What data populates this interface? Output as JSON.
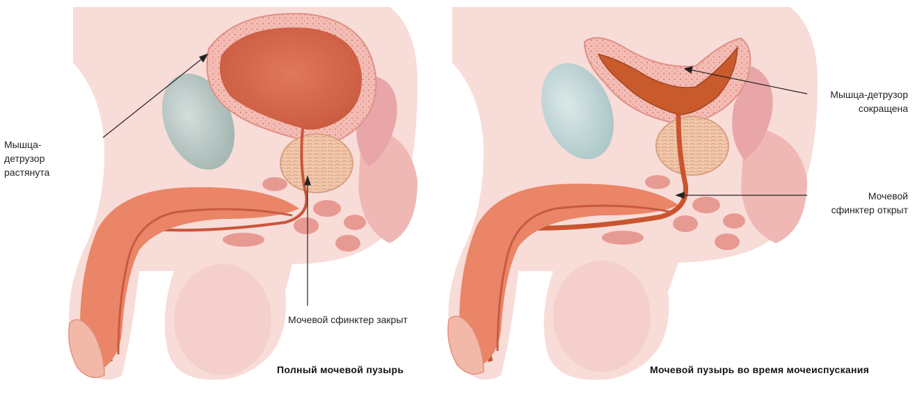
{
  "left_panel": {
    "label_detrusor": [
      "Мышца-",
      "детрузор",
      "растянута"
    ],
    "label_sphincter": "Мочевой сфинктер закрыт",
    "caption": "Полный мочевой пузырь"
  },
  "right_panel": {
    "label_detrusor": [
      "Мышца-детрузор",
      "сокращена"
    ],
    "label_sphincter": [
      "Мочевой",
      "сфинктер открыт"
    ],
    "caption": "Мочевой пузырь во время мочеиспускания"
  },
  "colors": {
    "skin": "#f6d8d4",
    "skin_dark": "#ebb8b2",
    "bladder_wall": "#f2b4ad",
    "detrusor": "#dd6f55",
    "urine": "#d9552e",
    "prostate": "#f0c6a8",
    "bone": "#b9c6c4",
    "penis_tissue": "#ea8a6a",
    "label_line": "#222222"
  }
}
